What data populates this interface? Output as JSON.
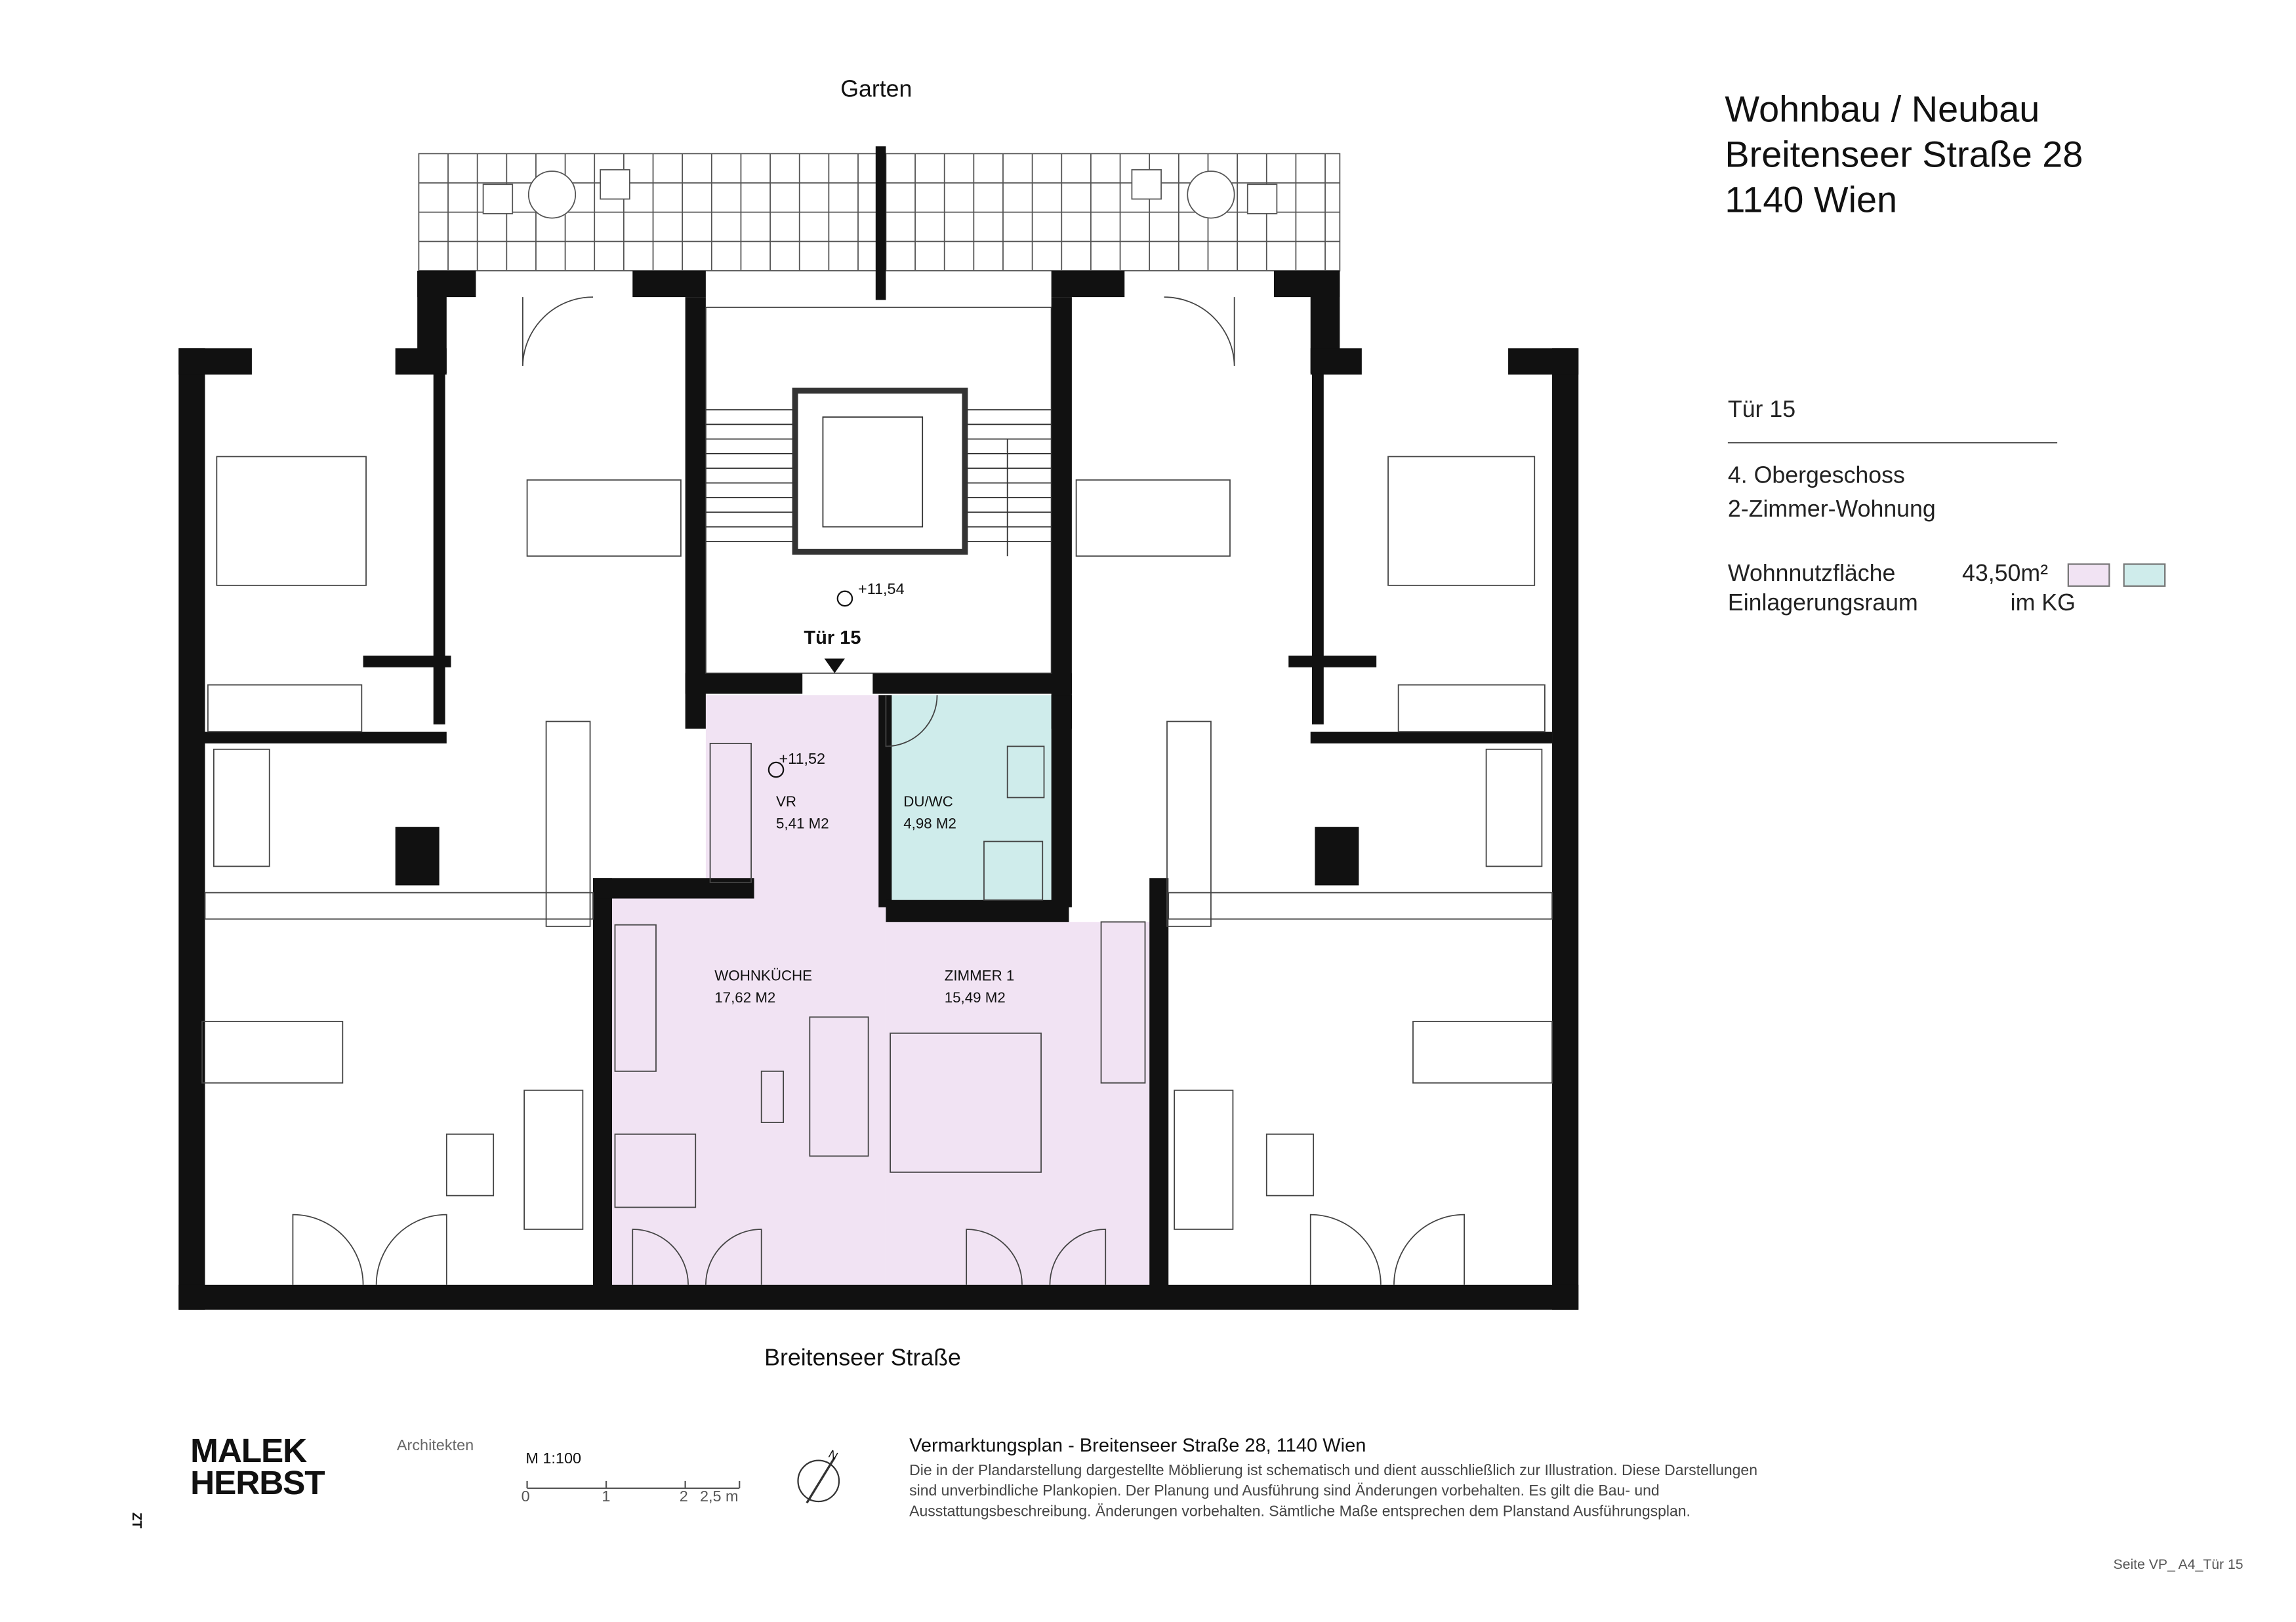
{
  "header": {
    "title_lines": [
      "Wohnbau / Neubau",
      "Breitenseer Straße 28",
      "1140 Wien"
    ]
  },
  "unit": {
    "door": "Tür 15",
    "floor": "4. Obergeschoss",
    "type": "2-Zimmer-Wohnung",
    "area_label": "Wohnnutzfläche",
    "area_value": "43,50m²",
    "storage_label": "Einlagerungsraum",
    "storage_value": "im KG",
    "colors": {
      "living": "#f1e3f3",
      "wet": "#cfeceb"
    }
  },
  "plan": {
    "north_label": "Garten",
    "south_label": "Breitenseer Straße",
    "entry_label": "Tür 15",
    "levels": [
      "+11,54",
      "+11,52"
    ],
    "rooms": [
      {
        "name": "VR",
        "area": "5,41 M2"
      },
      {
        "name": "DU/WC",
        "area": "4,98 M2"
      },
      {
        "name": "WOHNKÜCHE",
        "area": "17,62 M2"
      },
      {
        "name": "ZIMMER 1",
        "area": "15,49 M2"
      }
    ]
  },
  "footer": {
    "logo_lines": [
      "MALEK",
      "HERBST"
    ],
    "logo_side": "ZT",
    "architects": "Architekten",
    "scale": "M 1:100",
    "scale_ticks": [
      "0",
      "1",
      "2",
      "2,5 m"
    ],
    "compass_label": "N",
    "heading": "Vermarktungsplan - Breitenseer Straße 28, 1140 Wien",
    "disclaimer": "Die in der Plandarstellung dargestellte Möblierung ist schematisch und dient ausschließlich zur Illustration. Diese Darstellungen sind unverbindliche Plankopien. Der Planung und Ausführung sind Änderungen vorbehalten. Es gilt die Bau- und Ausstattungsbeschreibung. Änderungen vorbehalten. Sämtliche Maße entsprechen dem Planstand Ausführungsplan.",
    "page": "Seite VP_ A4_Tür 15"
  }
}
